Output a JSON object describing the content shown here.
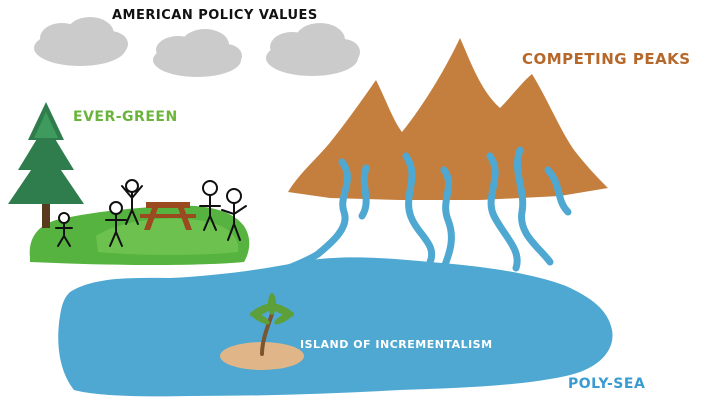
{
  "labels": {
    "policy_values": "AMERICAN POLICY VALUES",
    "competing_peaks": "COMPETING PEAKS",
    "ever_green": "EVER-GREEN",
    "island": "ISLAND OF INCREMENTALISM",
    "poly_sea": "POLY-SEA"
  },
  "colors": {
    "cloud": "#cbcbcb",
    "mountain": "#c47f3f",
    "river": "#4ea8d2",
    "sea": "#4ea8d2",
    "grass": "#56b33f",
    "grass_light": "#7cc95a",
    "tree": "#2f7d4d",
    "trunk": "#5a3a1e",
    "bench": "#9b4a1f",
    "island_sand": "#e0b588",
    "palm_leaf": "#5da03a",
    "policy_text": "#111111",
    "peaks_text": "#b5682a",
    "green_text": "#6ab43c",
    "island_text": "#ffffff",
    "sea_text": "#3a9bd1"
  }
}
